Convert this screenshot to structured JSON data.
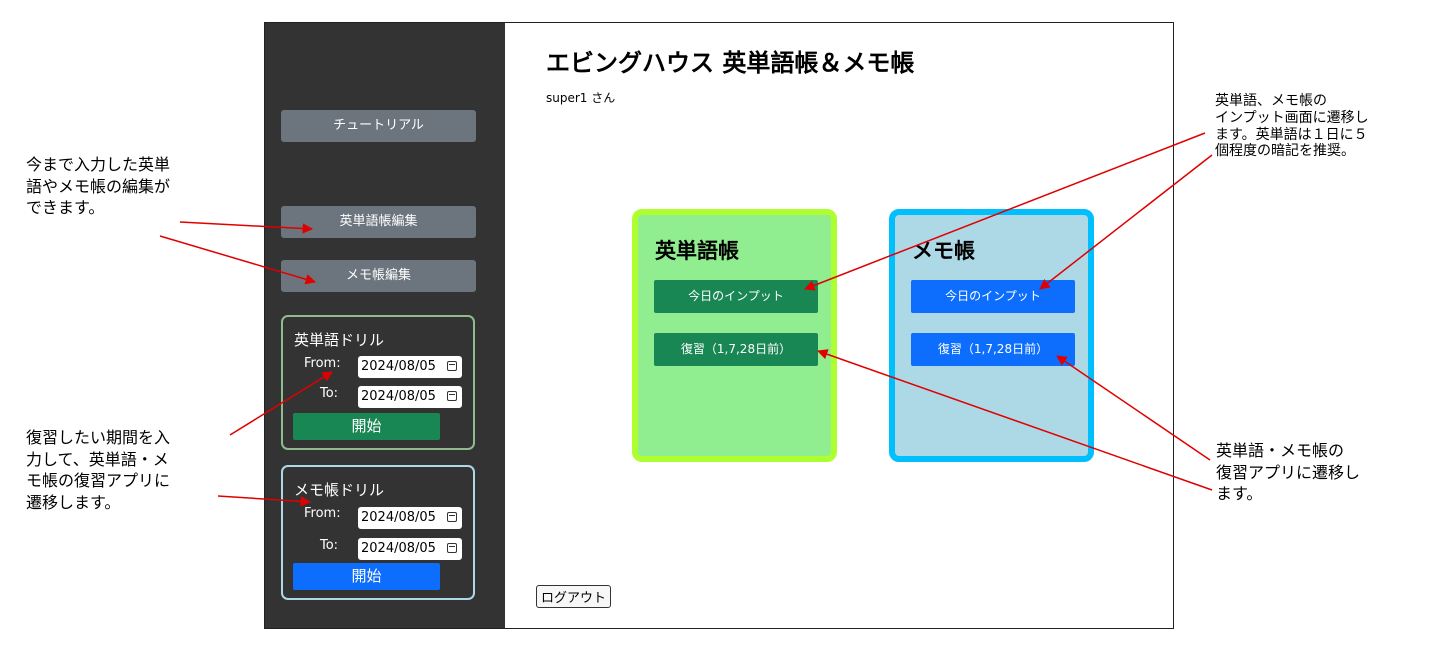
{
  "sidebar": {
    "tutorial_label": "チュートリアル",
    "vocab_edit_label": "英単語帳編集",
    "memo_edit_label": "メモ帳編集",
    "vocab_drill": {
      "title": "英単語ドリル",
      "from_label": "From:",
      "from_value": "2024/08/05",
      "to_label": "To:",
      "to_value": "2024/08/05",
      "start_label": "開始"
    },
    "memo_drill": {
      "title": "メモ帳ドリル",
      "from_label": "From:",
      "from_value": "2024/08/05",
      "to_label": "To:",
      "to_value": "2024/08/05",
      "start_label": "開始"
    }
  },
  "main": {
    "title": "エビングハウス 英単語帳＆メモ帳",
    "user": "super1 さん",
    "vocab_card": {
      "title": "英単語帳",
      "input_label": "今日のインプット",
      "review_label": "復習（1,7,28日前）"
    },
    "memo_card": {
      "title": "メモ帳",
      "input_label": "今日のインプット",
      "review_label": "復習（1,7,28日前）"
    },
    "logout_label": "ログアウト"
  },
  "annotations": {
    "edit_note": [
      "今まで入力した英単",
      "語やメモ帳の編集が",
      "できます。"
    ],
    "drill_note": [
      "復習したい期間を入",
      "力して、英単語・メ",
      "モ帳の復習アプリに",
      "遷移します。"
    ],
    "input_note": [
      "英単語、メモ帳の",
      "インプット画面に遷移し",
      "ます。英単語は１日に５",
      "個程度の暗記を推奨。"
    ],
    "review_note": [
      "英単語・メモ帳の",
      "復習アプリに遷移し",
      "ます。"
    ]
  },
  "colors": {
    "sidebar_bg": "#333333",
    "gray_button": "#6c757d",
    "green_button": "#198754",
    "blue_button": "#0d6efd",
    "vocab_card_bg": "#90ee90",
    "vocab_card_border": "#adff2f",
    "memo_card_bg": "#add8e6",
    "memo_card_border": "#00bfff",
    "arrow": "#e00000"
  }
}
